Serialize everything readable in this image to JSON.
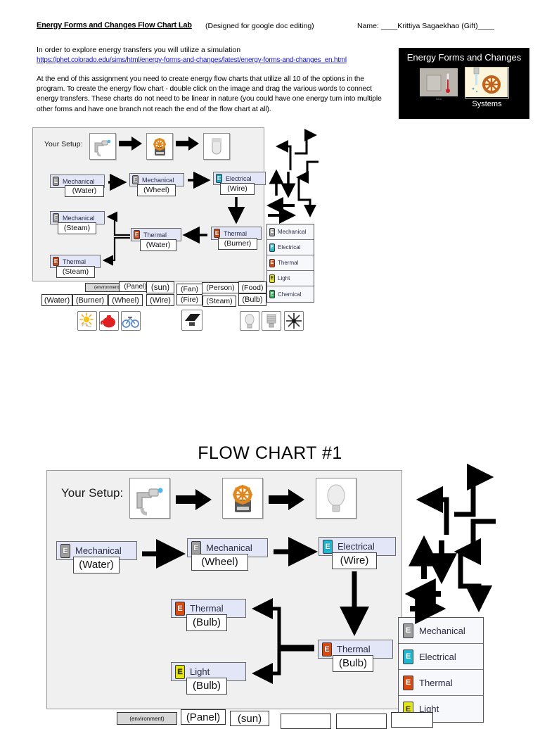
{
  "header": {
    "title": "Energy Forms and Changes Flow Chart Lab",
    "subtitle": "(Designed for google doc editing)",
    "name_field": "Name:  ____Krittiya Sagaekhao (Gift)____"
  },
  "intro": {
    "line1": "In order to explore energy transfers you will utilize a simulation",
    "link": "https://phet.colorado.edu/sims/html/energy-forms-and-changes/latest/energy-forms-and-changes_en.html",
    "paragraph": "At the end of this assignment you need to create energy flow charts that utilize all 10 of the options in the program.  To create the energy flow chart - double click on the image and drag the various words to connect energy transfers.  These charts do not need to be linear in nature (you could have one energy turn into multiple other forms and have one branch not reach the end of the flow chart at all)."
  },
  "sim_box": {
    "title": "Energy Forms and Changes",
    "thumbnails": [
      {
        "name": "intro-thumbnail",
        "caption": "Intro"
      },
      {
        "name": "systems-thumbnail",
        "caption": "Systems"
      }
    ],
    "background_color": "#000000",
    "highlight_color": "#cfc98a"
  },
  "section_title": "FLOW CHART #1",
  "legend_colors": {
    "mechanical": "#9e9e9e",
    "electrical": "#1fb6d0",
    "thermal": "#d94a11",
    "light": "#e4e41a",
    "chemical": "#22b14c"
  },
  "chart1": {
    "setup_label": "Your Setup:",
    "setup_icons": [
      "faucet-icon",
      "generator-icon",
      "beaker-icon"
    ],
    "chips": [
      {
        "type": "Mechanical",
        "color_key": "mechanical",
        "sub": "(Water)"
      },
      {
        "type": "Mechanical",
        "color_key": "mechanical",
        "sub": "(Wheel)"
      },
      {
        "type": "Electrical",
        "color_key": "electrical",
        "sub": "(Wire)"
      },
      {
        "type": "Mechanical",
        "color_key": "mechanical",
        "sub": "(Steam)"
      },
      {
        "type": "Thermal",
        "color_key": "thermal",
        "sub": "(Water)"
      },
      {
        "type": "Thermal",
        "color_key": "thermal",
        "sub": "(Burner)"
      },
      {
        "type": "Thermal",
        "color_key": "thermal",
        "sub": "(Steam)"
      }
    ],
    "legend": [
      {
        "label": "Mechanical",
        "color_key": "mechanical"
      },
      {
        "label": "Electrical",
        "color_key": "electrical"
      },
      {
        "label": "Thermal",
        "color_key": "thermal"
      },
      {
        "label": "Light",
        "color_key": "light"
      },
      {
        "label": "Chemical",
        "color_key": "chemical"
      }
    ],
    "word_bank_top": [
      "(environment)",
      "(Panel)",
      "(sun)",
      "(Fan)",
      "(Person)",
      "(Food)"
    ],
    "word_bank_bottom": [
      "(Water)",
      "(Burner)",
      "(Wheel)",
      "(Wire)",
      "(Fire)",
      "(Steam)",
      "(Bulb)"
    ],
    "picture_icons": [
      "sun-icon",
      "teapot-icon",
      "bicycle-icon",
      "solar-panel-icon",
      "light-bulb-icon",
      "incandescent-bulb-icon",
      "starburst-icon"
    ]
  },
  "chart2": {
    "setup_label": "Your Setup:",
    "setup_icons": [
      "faucet-icon",
      "generator-icon",
      "light-bulb-icon"
    ],
    "chips": [
      {
        "type": "Mechanical",
        "color_key": "mechanical",
        "sub": "(Water)"
      },
      {
        "type": "Mechanical",
        "color_key": "mechanical",
        "sub": "(Wheel)"
      },
      {
        "type": "Electrical",
        "color_key": "electrical",
        "sub": "(Wire)"
      },
      {
        "type": "Thermal",
        "color_key": "thermal",
        "sub": "(Bulb)"
      },
      {
        "type": "Light",
        "color_key": "light",
        "sub": "(Bulb)"
      },
      {
        "type": "Thermal",
        "color_key": "thermal",
        "sub": "(Bulb)"
      }
    ],
    "legend": [
      {
        "label": "Mechanical",
        "color_key": "mechanical"
      },
      {
        "label": "Electrical",
        "color_key": "electrical"
      },
      {
        "label": "Thermal",
        "color_key": "thermal"
      },
      {
        "label": "Light",
        "color_key": "light"
      }
    ],
    "word_bank_top": [
      "(environment)",
      "(Panel)",
      "(sun)"
    ]
  },
  "badge_letter": "E"
}
